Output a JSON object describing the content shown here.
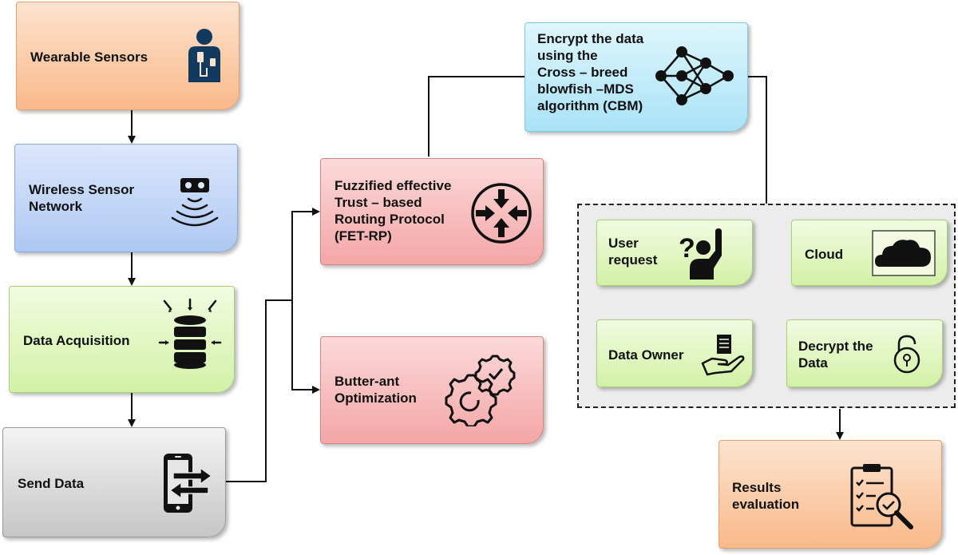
{
  "nodes": {
    "wearable_sensors": "Wearable Sensors",
    "wireless_sensor_network": "Wireless Sensor\nNetwork",
    "data_acquisition": "Data Acquisition",
    "send_data": "Send Data",
    "fet_rp": "Fuzzified effective\nTrust – based\nRouting Protocol\n(FET-RP)",
    "butter_ant": "Butter-ant\nOptimization",
    "encrypt": "Encrypt the data\nusing the\nCross – breed\nblowfish –MDS\n algorithm (CBM)",
    "user_request": "User\nrequest",
    "cloud": "Cloud",
    "data_owner": "Data Owner",
    "decrypt": "Decrypt the\nData",
    "results": "Results\n evaluation"
  },
  "colors": {
    "orange": "#f9b98a",
    "blue": "#aec8f2",
    "green": "#d2f1a6",
    "gray": "#c6c6c6",
    "red": "#f4a6a6",
    "cyan": "#a9e2f6",
    "icon_dark": "#111111",
    "person_icon": "#123a5e"
  },
  "icons": {
    "wearable_sensors": "person-with-sensor-icon",
    "wireless_sensor_network": "wireless-signal-icon",
    "data_acquisition": "database-icon",
    "send_data": "phone-transfer-icon",
    "fet_rp": "router-icon",
    "butter_ant": "gears-icon",
    "encrypt": "neural-network-icon",
    "user_request": "question-person-icon",
    "cloud": "cloud-icon",
    "data_owner": "hand-document-icon",
    "decrypt": "lock-icon",
    "results": "checklist-magnifier-icon"
  }
}
